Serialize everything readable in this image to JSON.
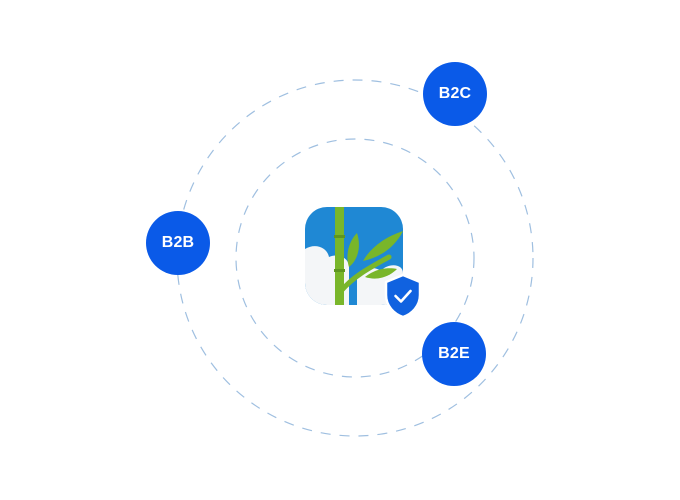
{
  "nodes": [
    {
      "id": "b2c",
      "label": "B2C"
    },
    {
      "id": "b2b",
      "label": "B2B"
    },
    {
      "id": "b2e",
      "label": "B2E"
    }
  ],
  "center": {
    "icon": "bamboo-app-icon",
    "badge_icon": "shield-check-icon"
  },
  "colors": {
    "node_fill": "#0a5ae8",
    "ring_stroke": "#9fbfe0",
    "app_sky": "#1f88d4",
    "app_cloud": "#f4f6f8",
    "bamboo_green": "#79b62a",
    "shield": "#1062e0"
  }
}
